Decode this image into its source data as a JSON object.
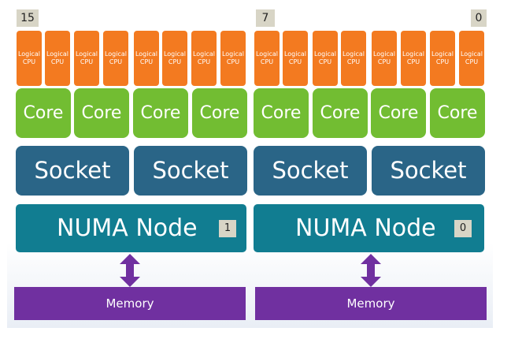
{
  "colors": {
    "logical_cpu": "#f37a20",
    "core": "#72bd32",
    "socket": "#2a6587",
    "numa_node": "#117d91",
    "memory": "#7030a0",
    "arrow": "#7030a0",
    "badge": "#d8d5c6"
  },
  "groups": [
    {
      "start_label": "15",
      "logical_cpus": [
        {
          "line1": "Logical",
          "line2": "CPU"
        },
        {
          "line1": "Logical",
          "line2": "CPU"
        },
        {
          "line1": "Logical",
          "line2": "CPU"
        },
        {
          "line1": "Logical",
          "line2": "CPU"
        },
        {
          "line1": "Logical",
          "line2": "CPU"
        },
        {
          "line1": "Logical",
          "line2": "CPU"
        },
        {
          "line1": "Logical",
          "line2": "CPU"
        },
        {
          "line1": "Logical",
          "line2": "CPU"
        }
      ],
      "cores": [
        "Core",
        "Core",
        "Core",
        "Core"
      ],
      "sockets": [
        "Socket",
        "Socket"
      ],
      "numa_label": "NUMA Node",
      "numa_id": "1",
      "memory_label": "Memory"
    },
    {
      "start_label": "7",
      "end_label": "0",
      "logical_cpus": [
        {
          "line1": "Logical",
          "line2": "CPU"
        },
        {
          "line1": "Logical",
          "line2": "CPU"
        },
        {
          "line1": "Logical",
          "line2": "CPU"
        },
        {
          "line1": "Logical",
          "line2": "CPU"
        },
        {
          "line1": "Logical",
          "line2": "CPU"
        },
        {
          "line1": "Logical",
          "line2": "CPU"
        },
        {
          "line1": "Logical",
          "line2": "CPU"
        },
        {
          "line1": "Logical",
          "line2": "CPU"
        }
      ],
      "cores": [
        "Core",
        "Core",
        "Core",
        "Core"
      ],
      "sockets": [
        "Socket",
        "Socket"
      ],
      "numa_label": "NUMA Node",
      "numa_id": "0",
      "memory_label": "Memory"
    }
  ]
}
